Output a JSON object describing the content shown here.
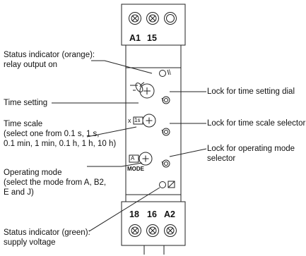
{
  "labels": {
    "status_orange_line1": "Status indicator (orange):",
    "status_orange_line2": "relay output on",
    "time_setting": "Time setting",
    "time_scale_line1": "Time scale",
    "time_scale_line2": "(select one from 0.1 s, 1 s,",
    "time_scale_line3": "0.1 min, 1 min, 0.1 h, 1 h, 10 h)",
    "operating_mode_line1": "Operating mode",
    "operating_mode_line2": "(select the mode from A, B2,",
    "operating_mode_line3": "E and J)",
    "status_green_line1": "Status indicator (green):",
    "status_green_line2": "supply voltage",
    "lock_time_setting": "Lock for time setting dial",
    "lock_time_scale": "Lock for time scale selector",
    "lock_mode_line1": "Lock for operating mode",
    "lock_mode_line2": "selector"
  },
  "device": {
    "top_terminals": [
      "A1",
      "15"
    ],
    "bottom_terminals": [
      "18",
      "16",
      "A2"
    ],
    "scale_prefix": "x",
    "scale_box": "1s",
    "mode_box": "A",
    "mode_label": "MODE"
  },
  "colors": {
    "line": "#222222",
    "background": "#ffffff"
  }
}
